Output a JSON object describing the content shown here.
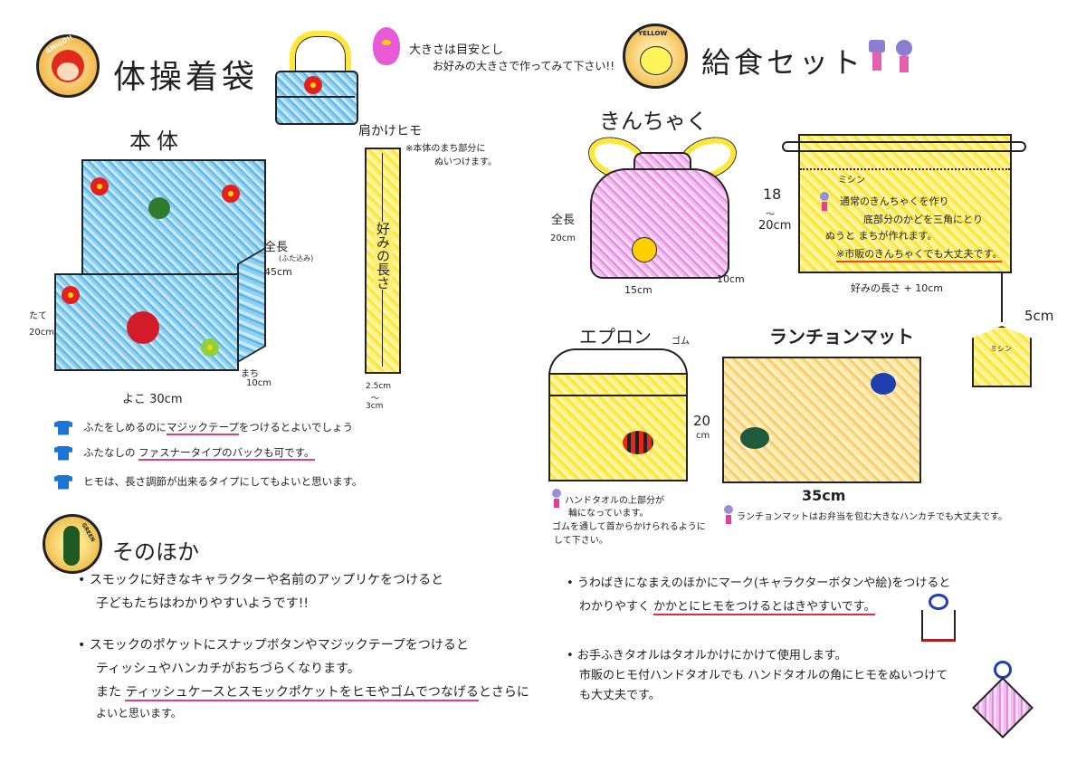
{
  "gym_bag": {
    "title": "体操着袋",
    "badge": "AMIGO!!",
    "note_line1": "大きさは目安とし",
    "note_line2": "お好みの大きさで作ってみて下さい!!",
    "body_label": "本体",
    "total_length_label": "全長",
    "total_length_sub": "(ふた込み)",
    "total_length_value": "45cm",
    "height_label": "たて",
    "height_value": "20cm",
    "gusset_label": "まち",
    "gusset_value": "10cm",
    "width_label": "よこ 30cm",
    "strap_label": "肩かけヒモ",
    "strap_note1": "※本体のまち部分に",
    "strap_note2": "ぬいつけます。",
    "strap_length": "好みの長さ",
    "strap_width1": "2.5cm",
    "strap_width2": "〜",
    "strap_width3": "3cm",
    "tips": [
      {
        "pre": "ふたをしめるのに",
        "ul": "マジックテープ",
        "post": "をつけるとよいでしょう"
      },
      {
        "pre": "ふたなしの ",
        "ul": "ファスナータイプのバックも可です。",
        "post": ""
      },
      {
        "pre": "ヒモは、長さ調節が出来るタイプにしてもよいと思います。",
        "ul": "",
        "post": ""
      }
    ]
  },
  "lunch_set": {
    "title": "給食セット",
    "badge": "YELLOW",
    "kinchaku": {
      "title": "きんちゃく",
      "total_label": "全長",
      "total_value": "20cm",
      "width": "15cm",
      "depth": "10cm",
      "height_range1": "18",
      "height_range2": "〜",
      "height_range3": "20cm",
      "stitch": "ミシン",
      "note1": "通常のきんちゃくを作り",
      "note2": "底部分のかどを三角にとり",
      "note3": "ぬうと まちが作れます。",
      "note4": "※市販のきんちゃくでも大丈夫です。",
      "length": "好みの長さ + 10cm",
      "tag_size": "5cm",
      "tag_stitch": "ミシン"
    },
    "apron": {
      "title": "エプロン",
      "elastic": "ゴム",
      "note1": "ハンドタオルの上部分が",
      "note2": "輪になっています。",
      "note3": "ゴムを通して首からかけられるように",
      "note4": "して下さい。"
    },
    "mat": {
      "title": "ランチョンマット",
      "height": "20",
      "height_unit": "cm",
      "width": "35cm",
      "note": "ランチョンマットはお弁当を包む大きなハンカチでも大丈夫です。"
    }
  },
  "others": {
    "title": "そのほか",
    "badge": "GREEN",
    "items": [
      {
        "l1": "スモックに好きなキャラクターや名前のアップリケをつけると",
        "l2": "子どもたちはわかりやすいようです!!"
      },
      {
        "l1": "スモックのポケットにスナップボタンやマジックテープをつけると",
        "l2": "ティッシュやハンカチがおちづらくなります。",
        "l3_pre": "また ",
        "l3_ul": "ティッシュケースとスモックポケットをヒモやゴムでつなげる",
        "l3_post": "とさらに",
        "l4": "よいと思います。"
      }
    ],
    "right_items": [
      {
        "l1": "うわばきになまえのほかにマーク(キャラクターボタンや絵)をつけると",
        "l2_pre": "わかりやすく ",
        "l2_ul": "かかとにヒモをつけるとはきやすいです。"
      },
      {
        "l1": "お手ふきタオルはタオルかけにかけて使用します。",
        "l2": "市販のヒモ付ハンドタオルでも ハンドタオルの角にヒモをぬいつけて",
        "l3": "も大丈夫です。"
      }
    ]
  }
}
